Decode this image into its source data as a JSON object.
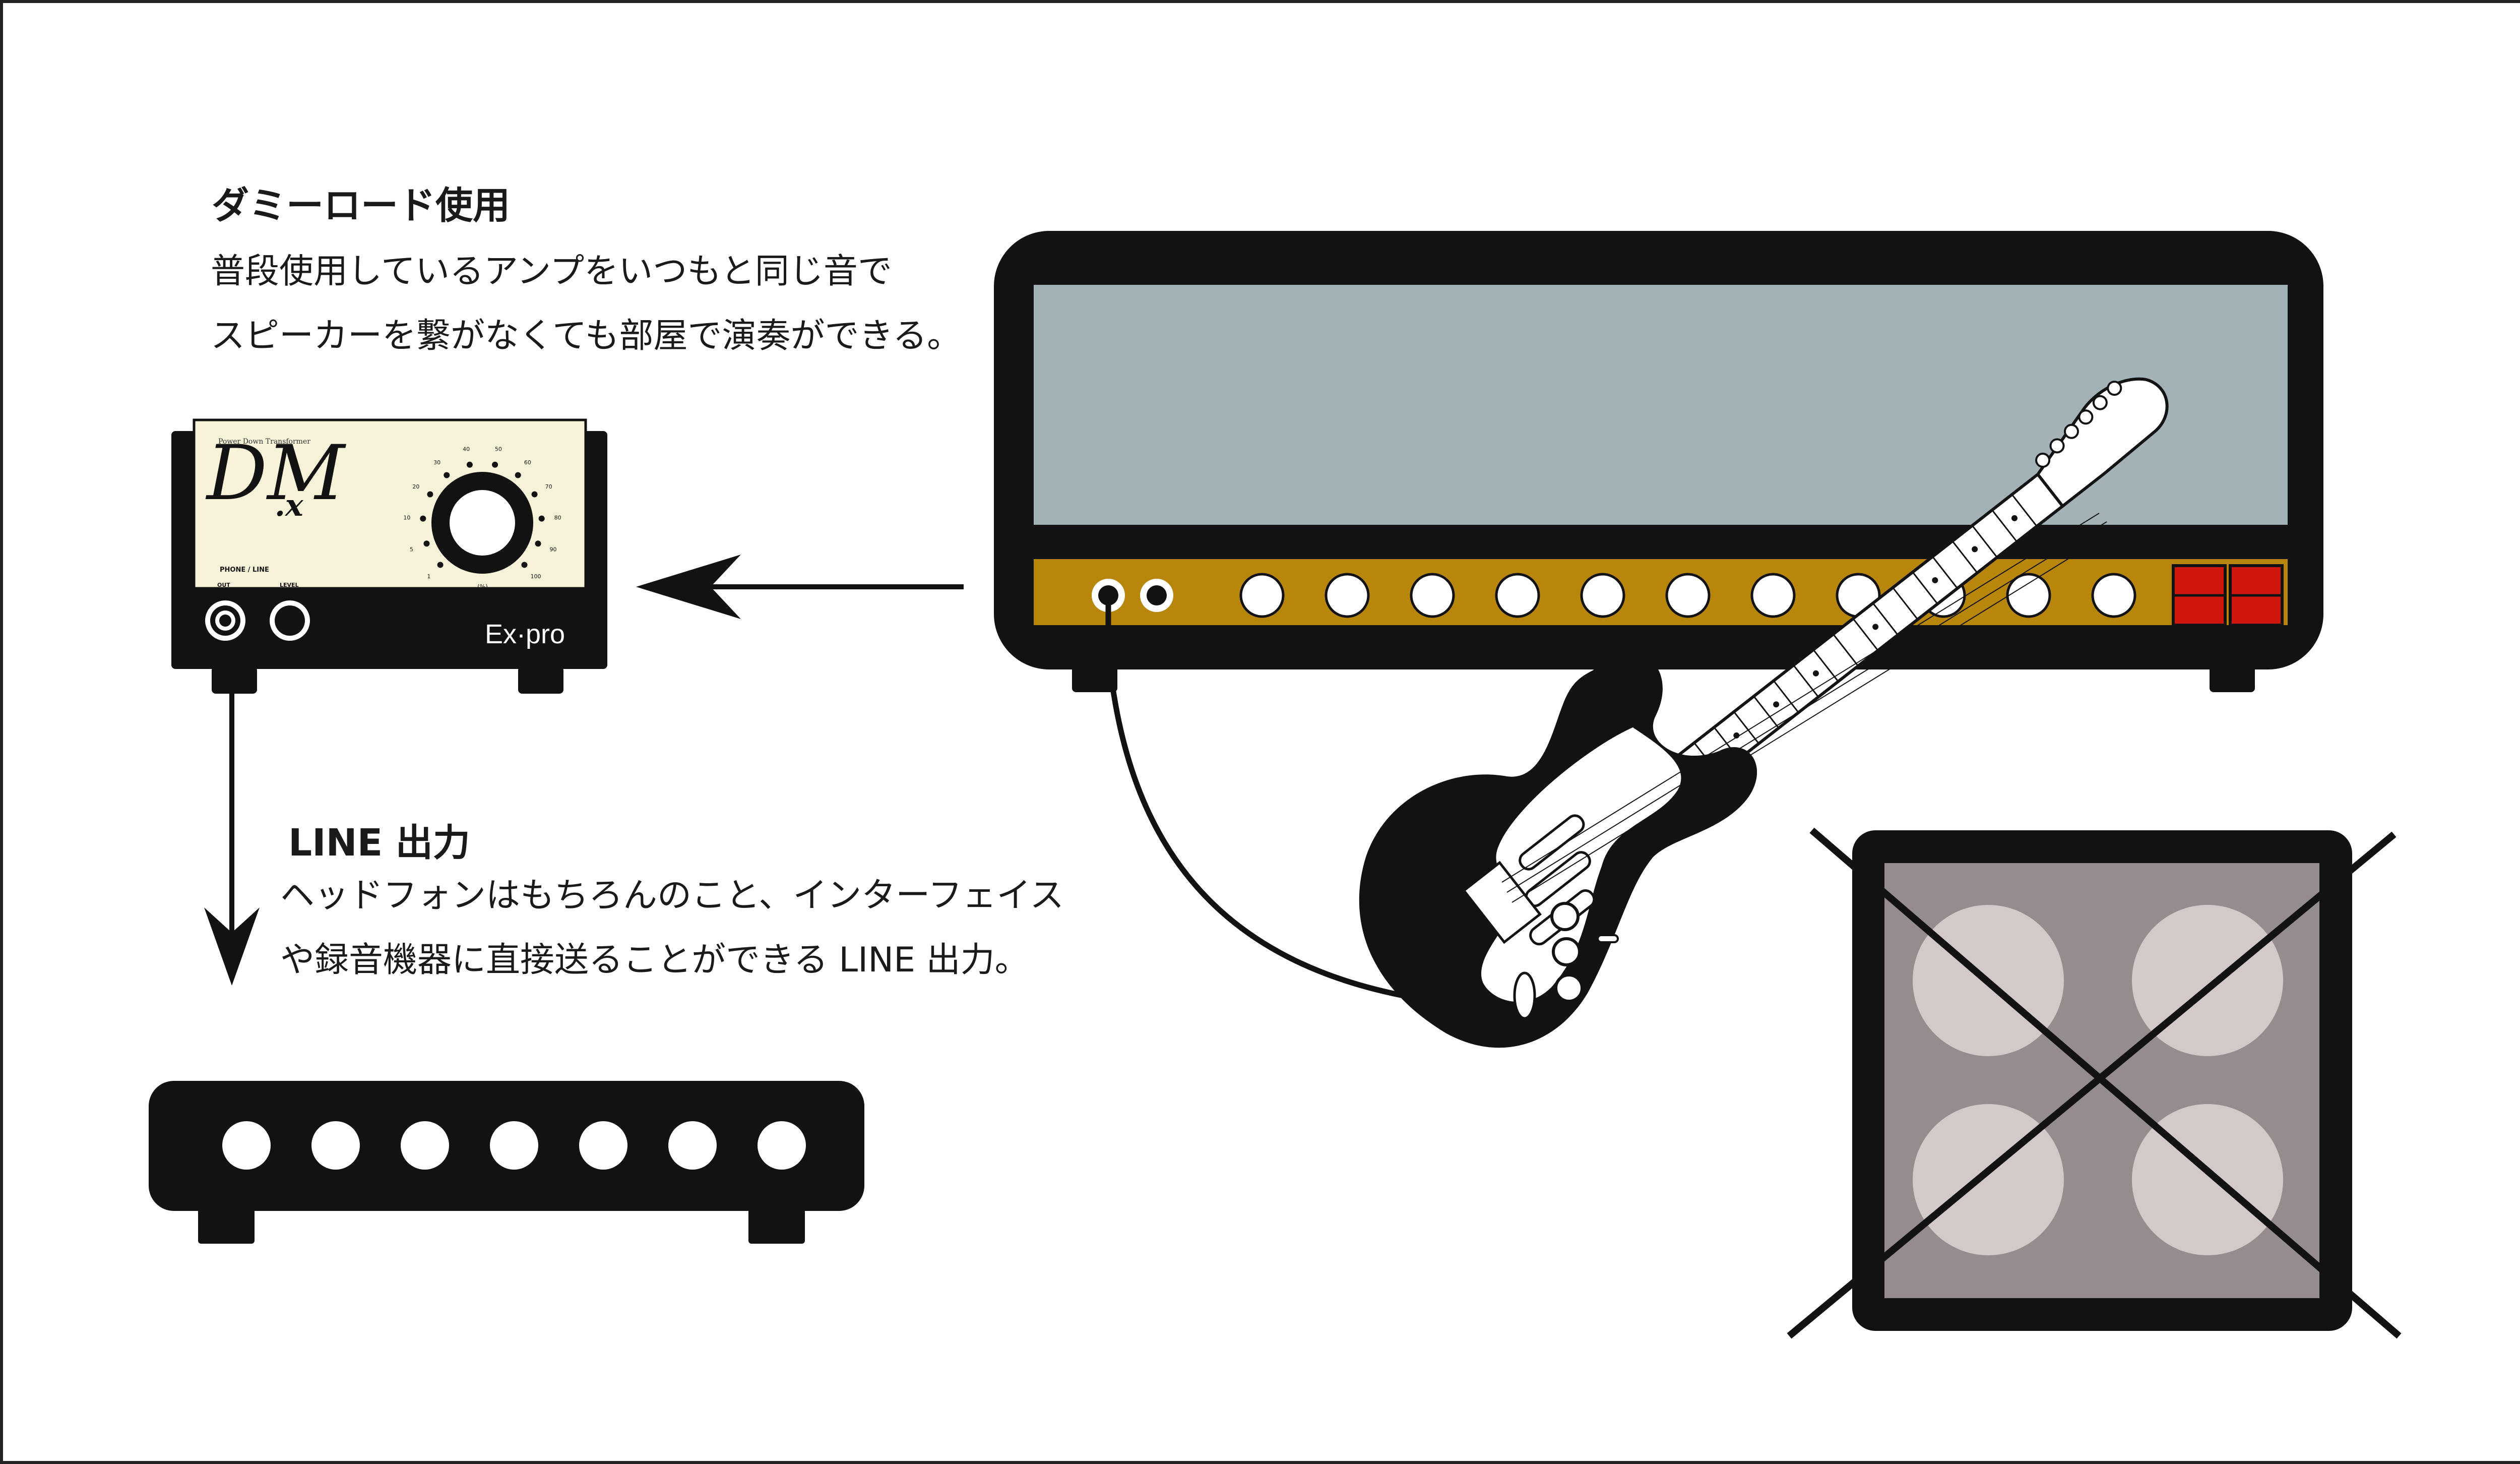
{
  "dummy_load": {
    "title": "ダミーロード使用",
    "lines": [
      "普段使用しているアンプをいつもと同じ音で",
      "スピーカーを繋がなくても部屋で演奏ができる。"
    ]
  },
  "line_out": {
    "title": "LINE 出力",
    "lines": [
      "ヘッドフォンはもちろんのこと、インターフェイス",
      "や録音機器に直接送ることができる LINE 出力。"
    ]
  },
  "device": {
    "top_small_text": "Power Down Transformer",
    "logo_main": "DM",
    "logo_sub": ".x",
    "brand": "Ex·pro",
    "jack_label_left": "PHONE / LINE",
    "out_label": "OUT",
    "level_label": "LEVEL",
    "dial_ticks": [
      "1",
      "5",
      "10",
      "20",
      "30",
      "40",
      "50",
      "60",
      "70",
      "80",
      "90",
      "100"
    ],
    "percent_label": "(%)"
  },
  "colors": {
    "amp_body": "#121212",
    "amp_panel": "#a2b2b7",
    "amp_faceplate": "#b8860b",
    "amp_switch": "#d0170c",
    "cab_grille": "#958d8d",
    "cab_speaker": "#d3c9c9",
    "device_panel": "#f7f3d8",
    "knob": "#ffffff"
  },
  "amp": {
    "knob_count": 11
  },
  "line_device": {
    "knob_count": 7
  }
}
